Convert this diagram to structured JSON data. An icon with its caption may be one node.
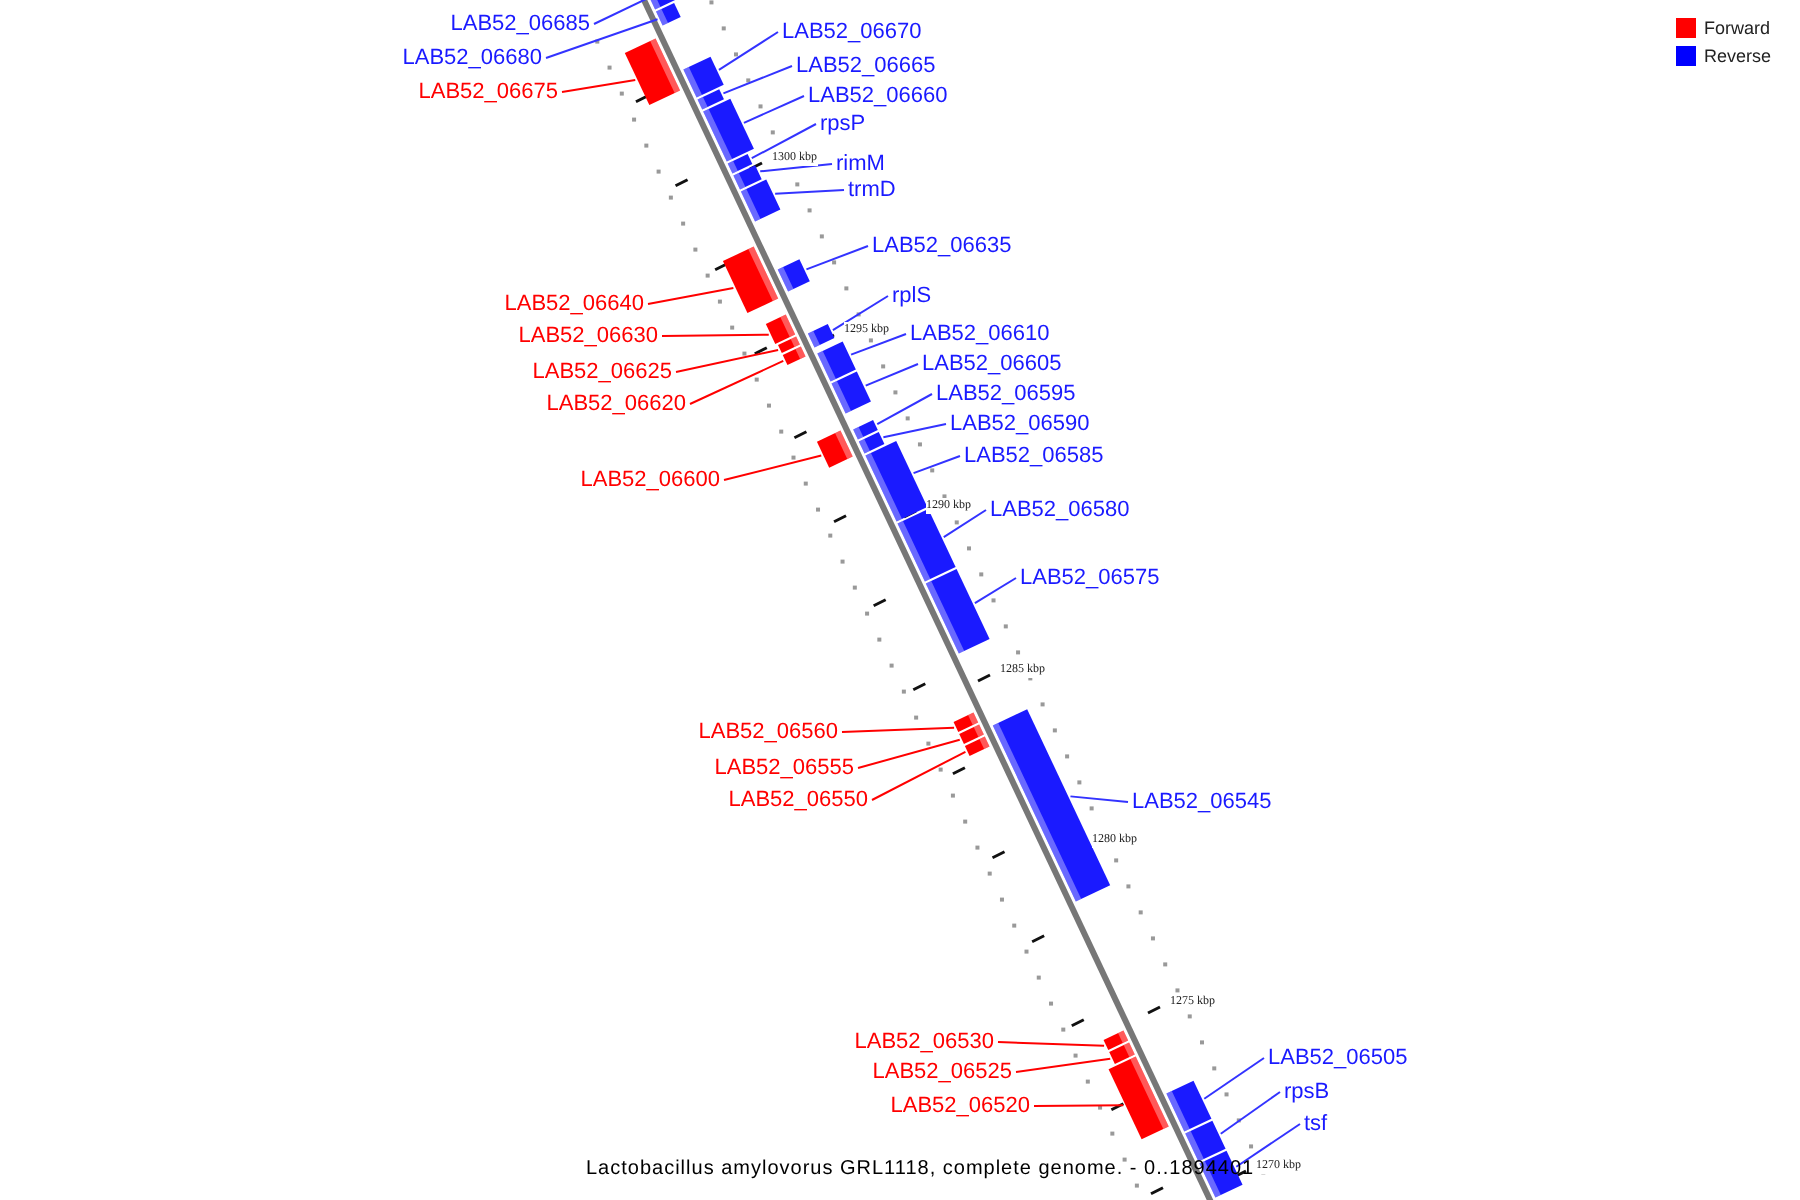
{
  "diagram": {
    "caption": "Lactobacillus amylovorus GRL1118, complete genome. - 0..1894401",
    "nodes": [
      {
        "text": [
          "LAB52_06685"
        ]
      },
      {
        "text": [
          "LAB52_06680"
        ]
      },
      {
        "text": [
          "LAB52_06670"
        ]
      },
      {
        "text": [
          "LAB52_06675"
        ]
      },
      {
        "text": [
          "LAB52_06665"
        ]
      },
      {
        "text": [
          "LAB52_06660"
        ]
      },
      {
        "text": [
          "rpsP"
        ]
      },
      {
        "text": [
          "rimM"
        ]
      },
      {
        "text": [
          "trmD"
        ]
      },
      {
        "text": [
          "LAB52_06635"
        ]
      },
      {
        "text": [
          "LAB52_06640"
        ]
      },
      {
        "text": [
          "rplS"
        ]
      },
      {
        "text": [
          "LAB52_06630"
        ]
      },
      {
        "text": [
          "LAB52_06610"
        ]
      },
      {
        "text": [
          "LAB52_06605"
        ]
      },
      {
        "text": [
          "LAB52_06625"
        ]
      },
      {
        "text": [
          "LAB52_06595"
        ]
      },
      {
        "text": [
          "LAB52_06620"
        ]
      },
      {
        "text": [
          "LAB52_06590"
        ]
      },
      {
        "text": [
          "LAB52_06585"
        ]
      },
      {
        "text": [
          "LAB52_06600"
        ]
      },
      {
        "text": [
          "LAB52_06580"
        ]
      },
      {
        "text": [
          "LAB52_06575"
        ]
      },
      {
        "text": [
          "LAB52_06560"
        ]
      },
      {
        "text": [
          "LAB52_06555"
        ]
      },
      {
        "text": [
          "LAB52_06550"
        ]
      },
      {
        "text": [
          "LAB52_06545"
        ]
      },
      {
        "text": [
          "LAB52_06530"
        ]
      },
      {
        "text": [
          "LAB52_06505"
        ]
      },
      {
        "text": [
          "LAB52_06525"
        ]
      },
      {
        "text": [
          "rpsB"
        ]
      },
      {
        "text": [
          "LAB52_06520"
        ]
      },
      {
        "text": [
          "tsf"
        ]
      },
      {
        "text": [],
        "shape": "bar"
      },
      {
        "text": [],
        "shape": "bar"
      },
      {
        "text": [],
        "shape": "bar"
      },
      {
        "text": [],
        "shape": "bar"
      },
      {
        "text": [],
        "shape": "bar"
      },
      {
        "text": [],
        "shape": "bar"
      },
      {
        "text": [],
        "shape": "bar"
      },
      {
        "text": [],
        "shape": "bar"
      },
      {
        "text": [],
        "shape": "bar"
      },
      {
        "text": [],
        "shape": "bar"
      },
      {
        "text": [],
        "shape": "bar"
      },
      {
        "text": [],
        "shape": "bar"
      },
      {
        "text": [],
        "shape": "bar"
      },
      {
        "text": [],
        "shape": "bar"
      },
      {
        "text": [],
        "shape": "bar"
      },
      {
        "text": [],
        "shape": "bar"
      },
      {
        "text": [],
        "shape": "bar"
      },
      {
        "text": [],
        "shape": "bar"
      },
      {
        "text": [],
        "shape": "bar"
      },
      {
        "text": [],
        "shape": "bar"
      },
      {
        "text": [],
        "shape": "bar"
      },
      {
        "text": [],
        "shape": "bar"
      },
      {
        "text": [],
        "shape": "bar"
      },
      {
        "text": [],
        "shape": "bar"
      },
      {
        "text": [],
        "shape": "bar"
      },
      {
        "text": [],
        "shape": "bar"
      },
      {
        "text": [],
        "shape": "bar"
      },
      {
        "text": [],
        "shape": "bar"
      },
      {
        "text": [],
        "shape": "bar"
      },
      {
        "text": [],
        "shape": "bar"
      },
      {
        "text": [],
        "shape": "bar"
      },
      {
        "text": [],
        "shape": "bar"
      },
      {
        "text": [],
        "shape": "bar"
      }
    ],
    "edges": [
      {
        "from": 0,
        "to": 33,
        "arrow": "none"
      },
      {
        "from": 1,
        "to": 34,
        "arrow": "none"
      },
      {
        "from": 2,
        "to": 35,
        "arrow": "none"
      },
      {
        "from": 3,
        "to": 36,
        "arrow": "none",
        "color": "#ff0000"
      },
      {
        "from": 4,
        "to": 37,
        "arrow": "none"
      },
      {
        "from": 5,
        "to": 38,
        "arrow": "none"
      },
      {
        "from": 6,
        "to": 39,
        "arrow": "none"
      },
      {
        "from": 7,
        "to": 40,
        "arrow": "none"
      },
      {
        "from": 8,
        "to": 41,
        "arrow": "none"
      },
      {
        "from": 9,
        "to": 42,
        "arrow": "none"
      },
      {
        "from": 10,
        "to": 43,
        "arrow": "none",
        "color": "#ff0000"
      },
      {
        "from": 11,
        "to": 44,
        "arrow": "none"
      },
      {
        "from": 12,
        "to": 45,
        "arrow": "none",
        "color": "#ff0000"
      },
      {
        "from": 13,
        "to": 46,
        "arrow": "none"
      },
      {
        "from": 14,
        "to": 47,
        "arrow": "none"
      },
      {
        "from": 15,
        "to": 48,
        "arrow": "none",
        "color": "#ff0000"
      },
      {
        "from": 16,
        "to": 49,
        "arrow": "none"
      },
      {
        "from": 17,
        "to": 50,
        "arrow": "none",
        "color": "#ff0000"
      },
      {
        "from": 18,
        "to": 51,
        "arrow": "none"
      },
      {
        "from": 19,
        "to": 52,
        "arrow": "none"
      },
      {
        "from": 20,
        "to": 53,
        "arrow": "none",
        "color": "#ff0000"
      },
      {
        "from": 21,
        "to": 54,
        "arrow": "none"
      },
      {
        "from": 22,
        "to": 55,
        "arrow": "none"
      },
      {
        "from": 23,
        "to": 56,
        "arrow": "none",
        "color": "#ff0000"
      },
      {
        "from": 24,
        "to": 57,
        "arrow": "none",
        "color": "#ff0000"
      },
      {
        "from": 25,
        "to": 58,
        "arrow": "none",
        "color": "#ff0000"
      },
      {
        "from": 26,
        "to": 59,
        "arrow": "none"
      },
      {
        "from": 27,
        "to": 60,
        "arrow": "none",
        "color": "#ff0000"
      },
      {
        "from": 28,
        "to": 61,
        "arrow": "none"
      },
      {
        "from": 29,
        "to": 62,
        "arrow": "none",
        "color": "#ff0000"
      },
      {
        "from": 30,
        "to": 63,
        "arrow": "none"
      },
      {
        "from": 31,
        "to": 64,
        "arrow": "none",
        "color": "#ff0000"
      },
      {
        "from": 32,
        "to": 65,
        "arrow": "none"
      }
    ],
    "labels": [
      "1300 kbp",
      "1295 kbp",
      "1290 kbp",
      "1285 kbp",
      "1280 kbp",
      "1275 kbp",
      "1270 kbp"
    ],
    "legend": [
      {
        "text": "Forward",
        "color": "#ff0000"
      },
      {
        "text": "Reverse",
        "color": "#0000ff"
      }
    ]
  }
}
